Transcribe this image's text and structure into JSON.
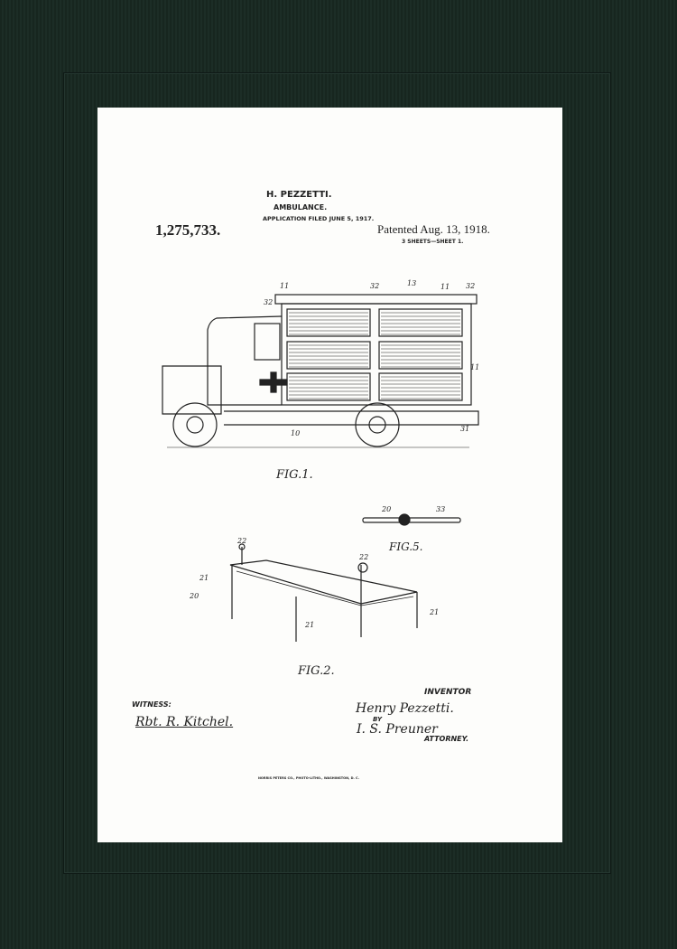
{
  "header": {
    "inventor_name": "H. PEZZETTI.",
    "title": "AMBULANCE.",
    "application": "APPLICATION FILED JUNE 5, 1917.",
    "patent_number": "1,275,733.",
    "patented": "Patented Aug. 13, 1918.",
    "sheets": "3 SHEETS—SHEET 1."
  },
  "figures": {
    "fig1": "FIG.1.",
    "fig2": "FIG.2.",
    "fig5": "FIG.5.",
    "refs": [
      "11",
      "13",
      "32",
      "32",
      "32",
      "11",
      "11",
      "10",
      "31",
      "20",
      "33",
      "22",
      "22",
      "21",
      "20",
      "21",
      "21"
    ]
  },
  "signatures": {
    "witness_label": "WITNESS:",
    "witness_signature": "Rbt. R. Kitchel.",
    "inventor_label": "INVENTOR",
    "inventor_signature": "Henry Pezzetti.",
    "by": "BY",
    "attorney_signature": "I. S. Preuner",
    "attorney_label": "ATTORNEY."
  },
  "footer": "NORRIS PETERS CO., PHOTO-LITHO., WASHINGTON, D. C.",
  "colors": {
    "frame": "#1a2a23",
    "paper": "#fdfdfb",
    "ink": "#222222"
  }
}
